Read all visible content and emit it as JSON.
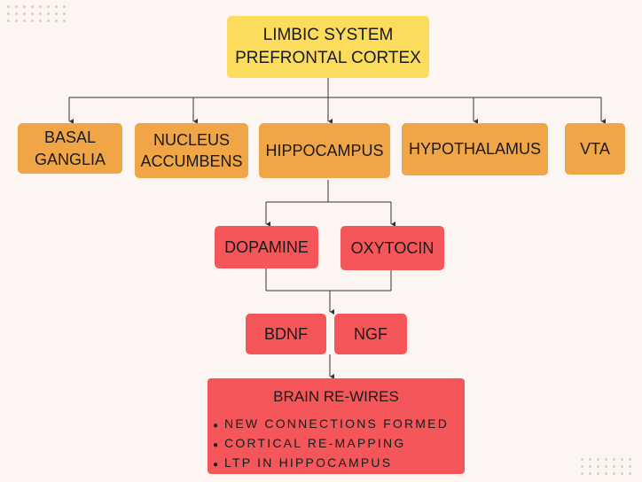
{
  "top": {
    "line1": "LIMBIC SYSTEM",
    "line2": "PREFRONTAL CORTEX"
  },
  "regions": [
    {
      "label": "BASAL\nGANGLIA"
    },
    {
      "label": "NUCLEUS\nACCUMBENS"
    },
    {
      "label": "HIPPOCAMPUS"
    },
    {
      "label": "HYPOTHALAMUS"
    },
    {
      "label": "VTA"
    }
  ],
  "neurochemicals": [
    {
      "label": "DOPAMINE"
    },
    {
      "label": "OXYTOCIN"
    }
  ],
  "growth_factors": [
    {
      "label": "BDNF"
    },
    {
      "label": "NGF"
    }
  ],
  "outcome": {
    "title": "BRAIN RE-WIRES",
    "bullets": [
      "NEW CONNECTIONS FORMED",
      "CORTICAL RE-MAPPING",
      "LTP IN HIPPOCAMPUS"
    ]
  },
  "colors": {
    "top": "#fbdc5c",
    "regions": "#f0a646",
    "chemicals": "#f55659",
    "background": "#fdf5f2",
    "connector": "#333333"
  }
}
